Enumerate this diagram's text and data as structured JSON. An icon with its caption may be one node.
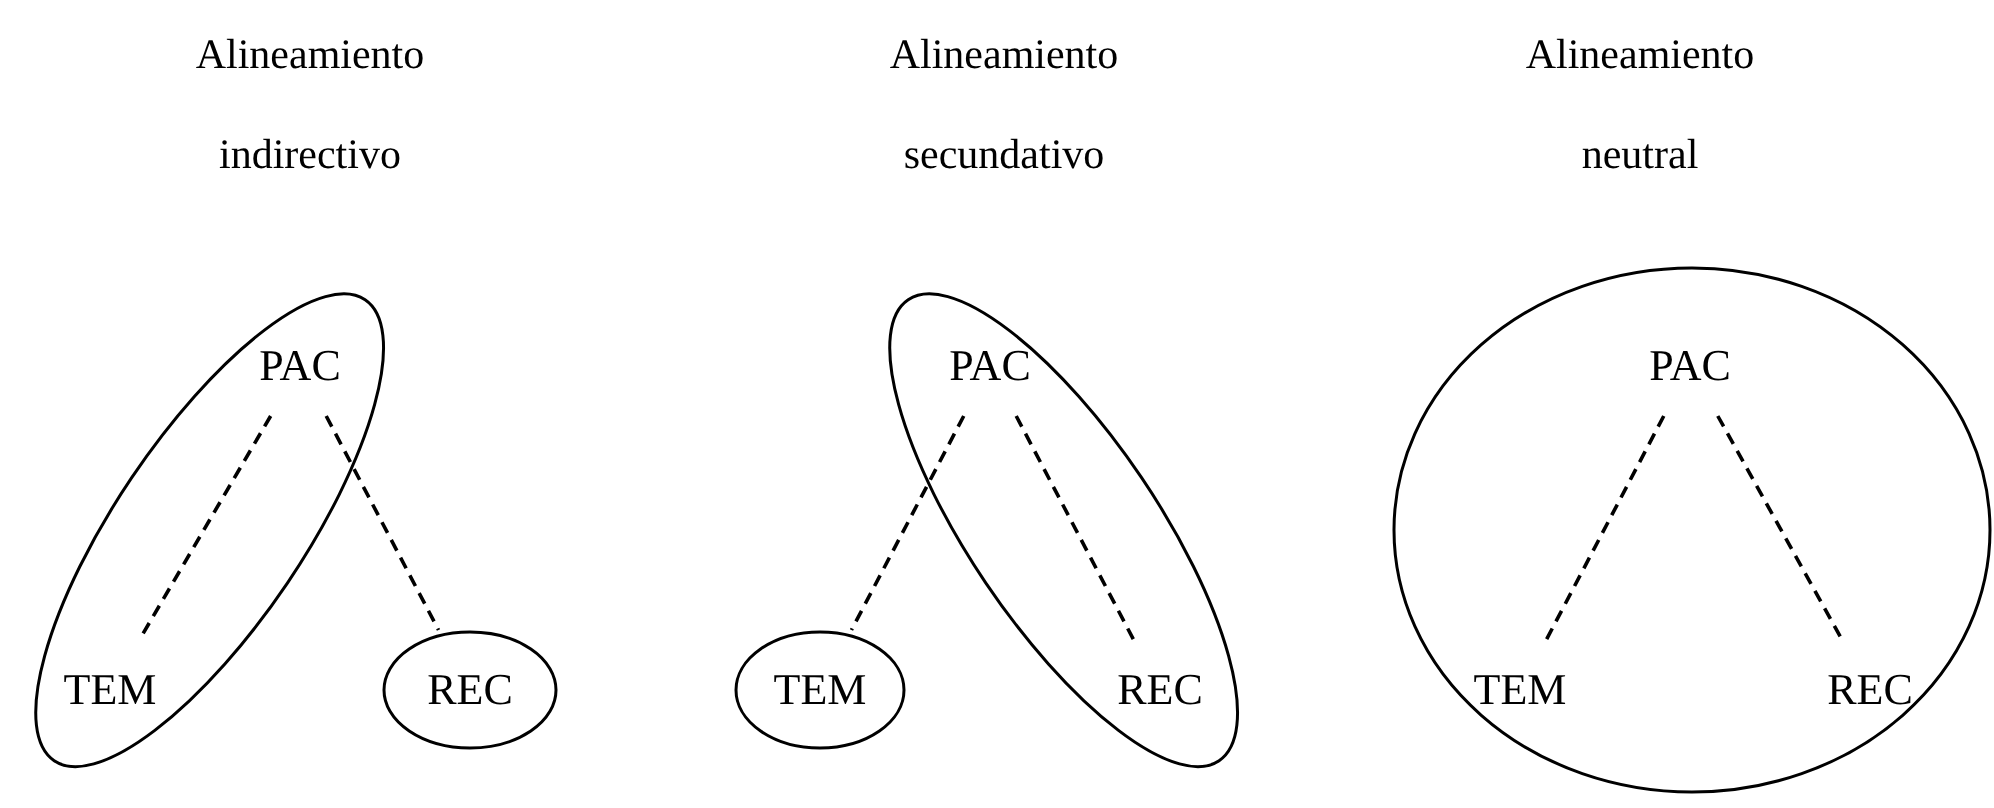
{
  "diagram": {
    "nodes": [
      {
        "text": [],
        "shape": "ellipse"
      },
      {
        "text": [
          "PAC"
        ],
        "in": 0
      },
      {
        "text": [
          "TEM"
        ],
        "in": 0
      },
      {
        "text": [
          "REC"
        ]
      },
      {
        "text": [],
        "shape": "ellipse"
      },
      {
        "text": [
          "PAC"
        ],
        "in": 4
      },
      {
        "text": [
          "TEM"
        ]
      },
      {
        "text": [
          "REC"
        ],
        "in": 4
      },
      {
        "text": [],
        "shape": "ellipse"
      },
      {
        "text": [
          "PAC"
        ],
        "in": 8
      },
      {
        "text": [
          "TEM"
        ],
        "in": 8
      },
      {
        "text": [
          "REC"
        ],
        "in": 8
      }
    ],
    "edges": [
      {
        "from": 1,
        "to": 2,
        "arrow": "none",
        "style": "dashed"
      },
      {
        "from": 1,
        "to": 3,
        "arrow": "none",
        "style": "dashed"
      },
      {
        "from": 5,
        "to": 6,
        "arrow": "none",
        "style": "dashed"
      },
      {
        "from": 5,
        "to": 7,
        "arrow": "none",
        "style": "dashed"
      },
      {
        "from": 9,
        "to": 10,
        "arrow": "none",
        "style": "dashed"
      },
      {
        "from": 9,
        "to": 11,
        "arrow": "none",
        "style": "dashed"
      }
    ],
    "labels": [
      "Alineamiento indirectivo",
      "Alineamiento secundativo",
      "Alineamiento neutral"
    ]
  }
}
